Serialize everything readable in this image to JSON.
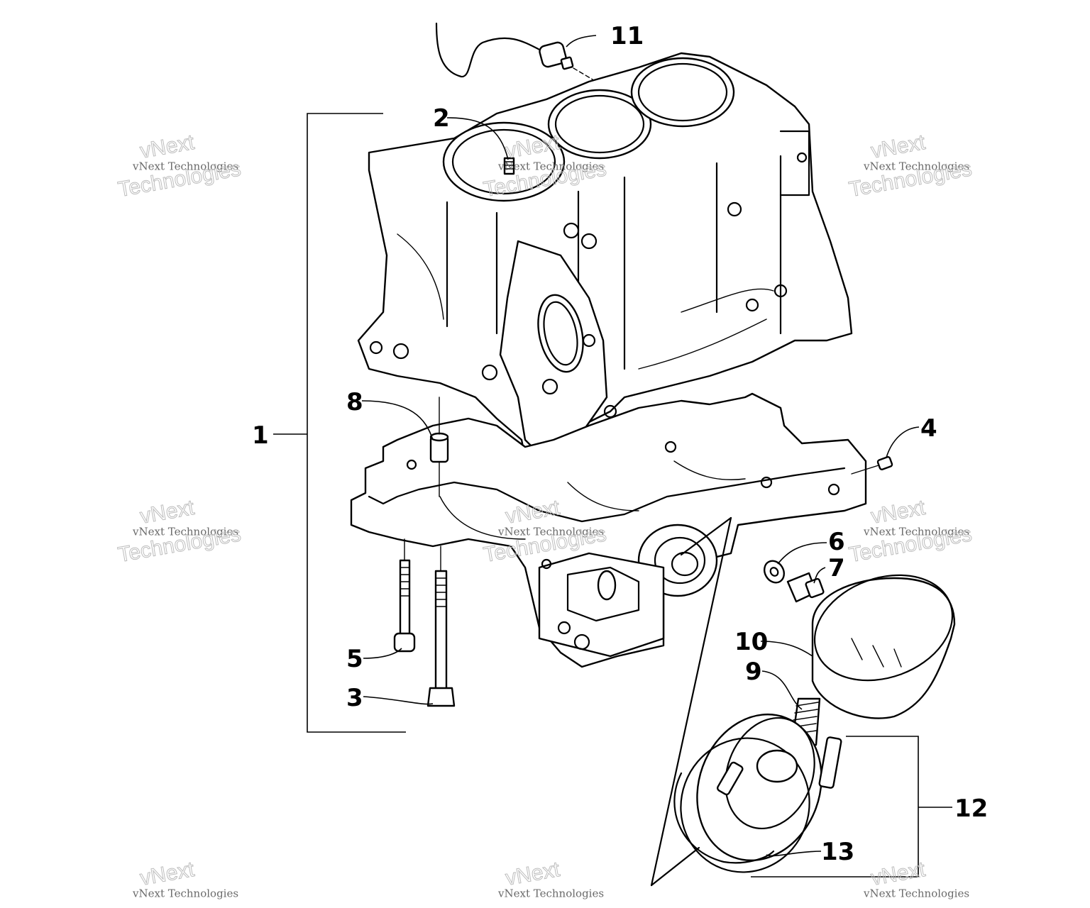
{
  "callouts": {
    "c1": "1",
    "c2": "2",
    "c3": "3",
    "c4": "4",
    "c5": "5",
    "c6": "6",
    "c7": "7",
    "c8": "8",
    "c9": "9",
    "c10": "10",
    "c11": "11",
    "c12": "12",
    "c13": "13"
  },
  "watermark": {
    "line1": "vNext",
    "line2": "Technologies",
    "small": "vNext Technologies"
  }
}
